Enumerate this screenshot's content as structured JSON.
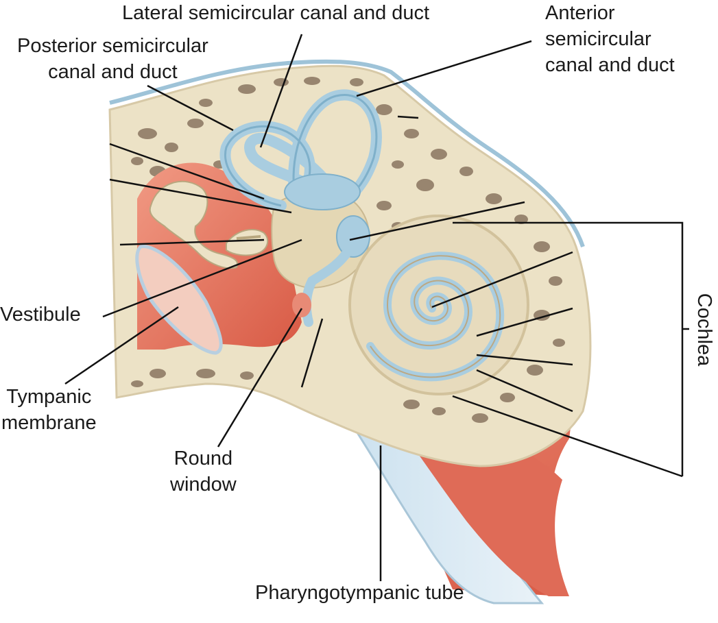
{
  "labels": {
    "lateral": [
      "Lateral semicircular canal and duct"
    ],
    "anterior": [
      "Anterior",
      "semicircular",
      "canal and duct"
    ],
    "posterior": [
      "Posterior semicircular",
      "canal and duct"
    ],
    "vestibule": [
      "Vestibule"
    ],
    "tympanic": [
      "Tympanic",
      "membrane"
    ],
    "round": [
      "Round",
      "window"
    ],
    "pharyngo": [
      "Pharyngotympanic tube"
    ],
    "cochlea": [
      "Cochlea"
    ]
  },
  "colors": {
    "bone": "#ece2c6",
    "bone_pore": "#8a7560",
    "membrane_blue": "#a9cde0",
    "tissue_red": "#e0705c",
    "tissue_light": "#f2b9a8",
    "line": "#111111"
  }
}
